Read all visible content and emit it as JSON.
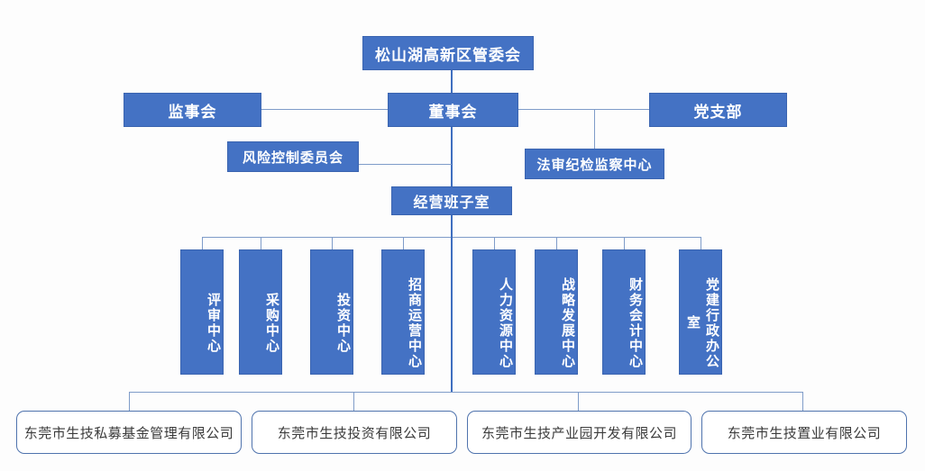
{
  "chart": {
    "title_node": {
      "label": "松山湖高新区管委会"
    },
    "level2": [
      {
        "label": "监事会",
        "name": "node-supervisory-board"
      },
      {
        "label": "董事会",
        "name": "node-board-of-directors"
      },
      {
        "label": "党支部",
        "name": "node-party-branch"
      }
    ],
    "level3": [
      {
        "label": "风险控制委员会",
        "name": "node-risk-control-committee"
      },
      {
        "label": "法审纪检监察中心",
        "name": "node-legal-audit-discipline-center"
      }
    ],
    "level4": {
      "label": "经营班子室",
      "name": "node-management-team-office"
    },
    "departments": [
      {
        "label": "评审中心",
        "name": "dept-review-center"
      },
      {
        "label": "采购中心",
        "name": "dept-procurement-center"
      },
      {
        "label": "投资中心",
        "name": "dept-investment-center"
      },
      {
        "label": "招商运营中心",
        "name": "dept-investment-promotion-operations-center"
      },
      {
        "label": "人力资源中心",
        "name": "dept-human-resources-center"
      },
      {
        "label": "战略发展中心",
        "name": "dept-strategy-development-center"
      },
      {
        "label": "财务会计中心",
        "name": "dept-finance-accounting-center"
      },
      {
        "label": "党建行政办公室",
        "name": "dept-party-building-admin-office"
      }
    ],
    "subsidiaries": [
      {
        "label": "东莞市生技私募基金管理有限公司",
        "name": "subsidiary-private-fund-management"
      },
      {
        "label": "东莞市生技投资有限公司",
        "name": "subsidiary-investment"
      },
      {
        "label": "东莞市生技产业园开发有限公司",
        "name": "subsidiary-industrial-park-development"
      },
      {
        "label": "东莞市生技置业有限公司",
        "name": "subsidiary-real-estate"
      }
    ],
    "colors": {
      "node_fill": "#4472C4",
      "node_border": "#3A64B0",
      "connector": "#7F9CC9",
      "connector_main": "#3F6FC0",
      "outlined_border": "#4F73AD",
      "outlined_text": "#3B3B3B",
      "background": "#FDFDFD"
    }
  }
}
